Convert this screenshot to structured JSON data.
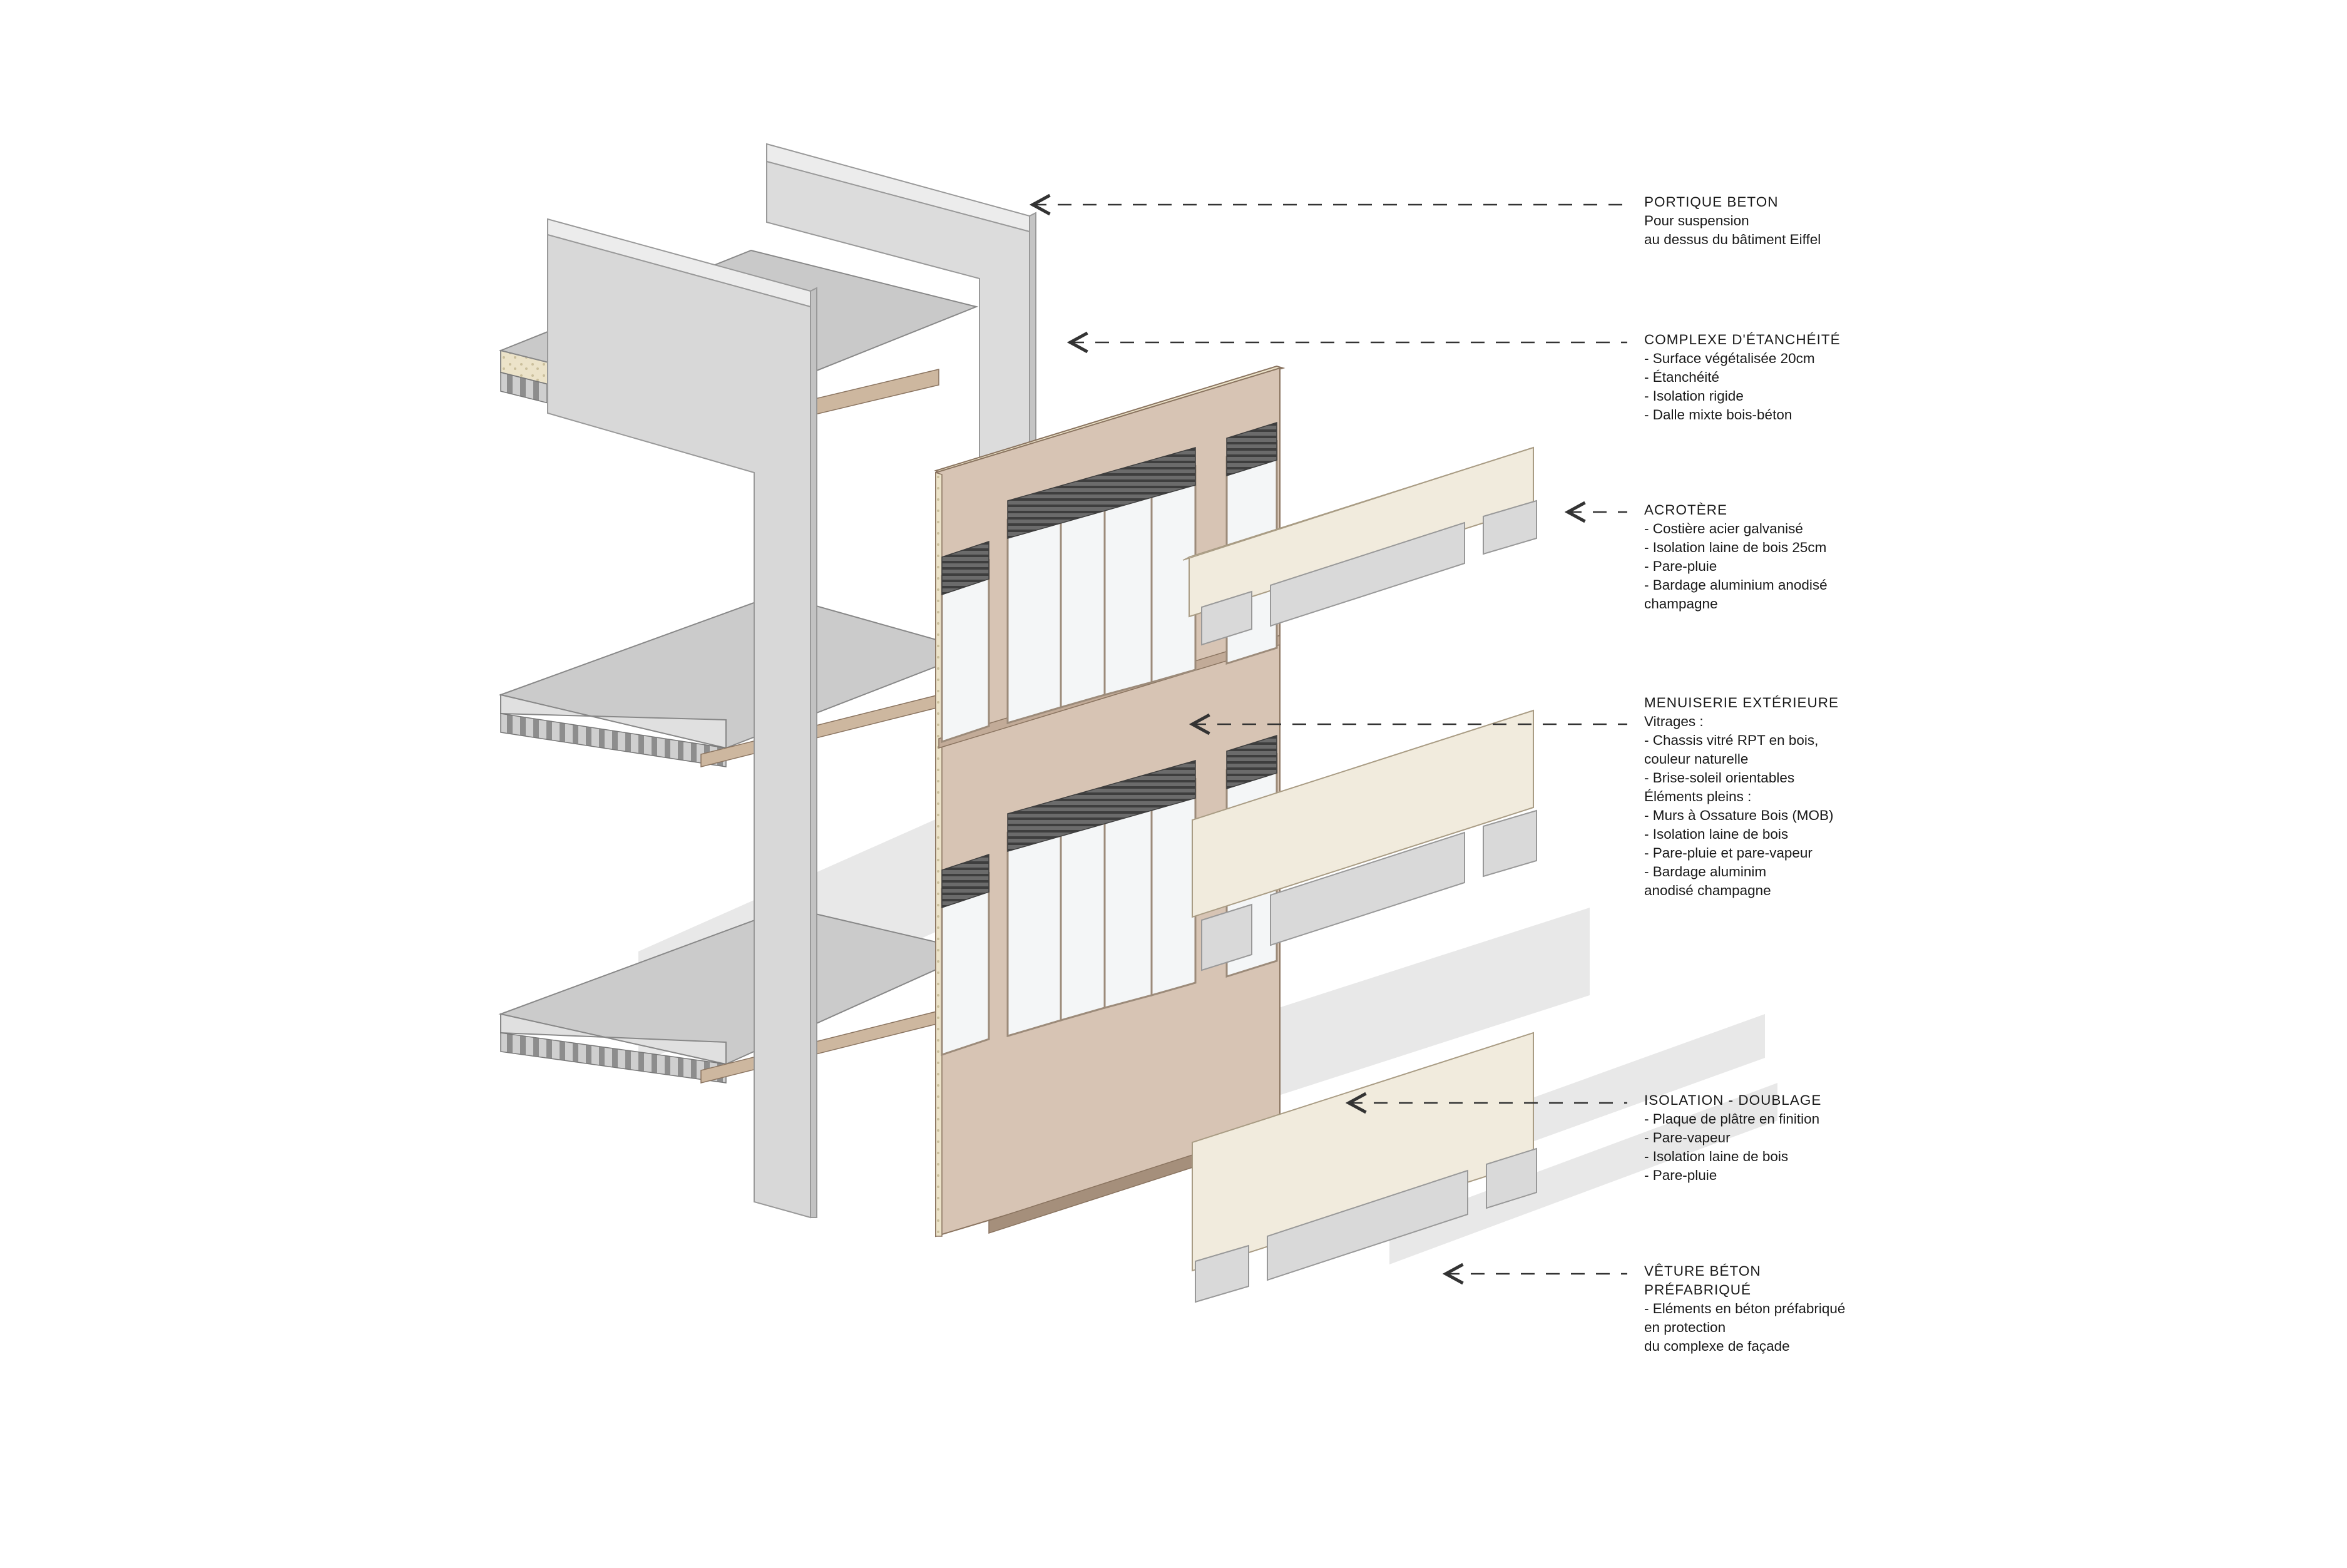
{
  "colors": {
    "concrete": "#d9d9d9",
    "concrete_dark": "#bdbdbd",
    "concrete_light": "#ececec",
    "timber_panel": "#d7c4b4",
    "timber_panel_dark": "#c2ab98",
    "cream_panel": "#f1ebdd",
    "cream_panel_dark": "#ddd4c0",
    "glass": "#f4f6f7",
    "frame": "#9c8b7a",
    "louvre": "#5a5a5a",
    "insulation": "#e8dfc6",
    "shadow": "#e6e6e6",
    "text": "#1a1a1a",
    "leader": "#333333"
  },
  "labels": [
    {
      "id": "portique",
      "title": "PORTIQUE BETON",
      "lines": [
        "Pour suspension",
        "au dessus du bâtiment Eiffel"
      ]
    },
    {
      "id": "etancheite",
      "title": "COMPLEXE D'ÉTANCHÉITÉ",
      "lines": [
        "- Surface végétalisée 20cm",
        "- Étanchéité",
        "- Isolation rigide",
        "- Dalle mixte bois-béton"
      ]
    },
    {
      "id": "acrotere",
      "title": "ACROTÈRE",
      "lines": [
        "- Costière acier galvanisé",
        "- Isolation laine de bois 25cm",
        "- Pare-pluie",
        "- Bardage aluminium anodisé",
        "champagne"
      ]
    },
    {
      "id": "menuiserie",
      "title": "MENUISERIE EXTÉRIEURE",
      "lines": [
        "Vitrages :",
        "- Chassis vitré RPT en bois,",
        "couleur naturelle",
        "- Brise-soleil orientables",
        "Éléments pleins :",
        "- Murs à Ossature Bois (MOB)",
        "- Isolation laine de bois",
        "- Pare-pluie et pare-vapeur",
        "- Bardage aluminim",
        "anodisé champagne"
      ]
    },
    {
      "id": "isolation",
      "title": "ISOLATION - DOUBLAGE",
      "lines": [
        "- Plaque de plâtre en finition",
        "- Pare-vapeur",
        "- Isolation laine de bois",
        "- Pare-pluie"
      ]
    },
    {
      "id": "veture",
      "title": "VÊTURE BÉTON",
      "lines": [
        "PRÉFABRIQUÉ",
        "- Eléments en béton préfabriqué",
        "en protection",
        "du complexe de façade"
      ]
    }
  ]
}
